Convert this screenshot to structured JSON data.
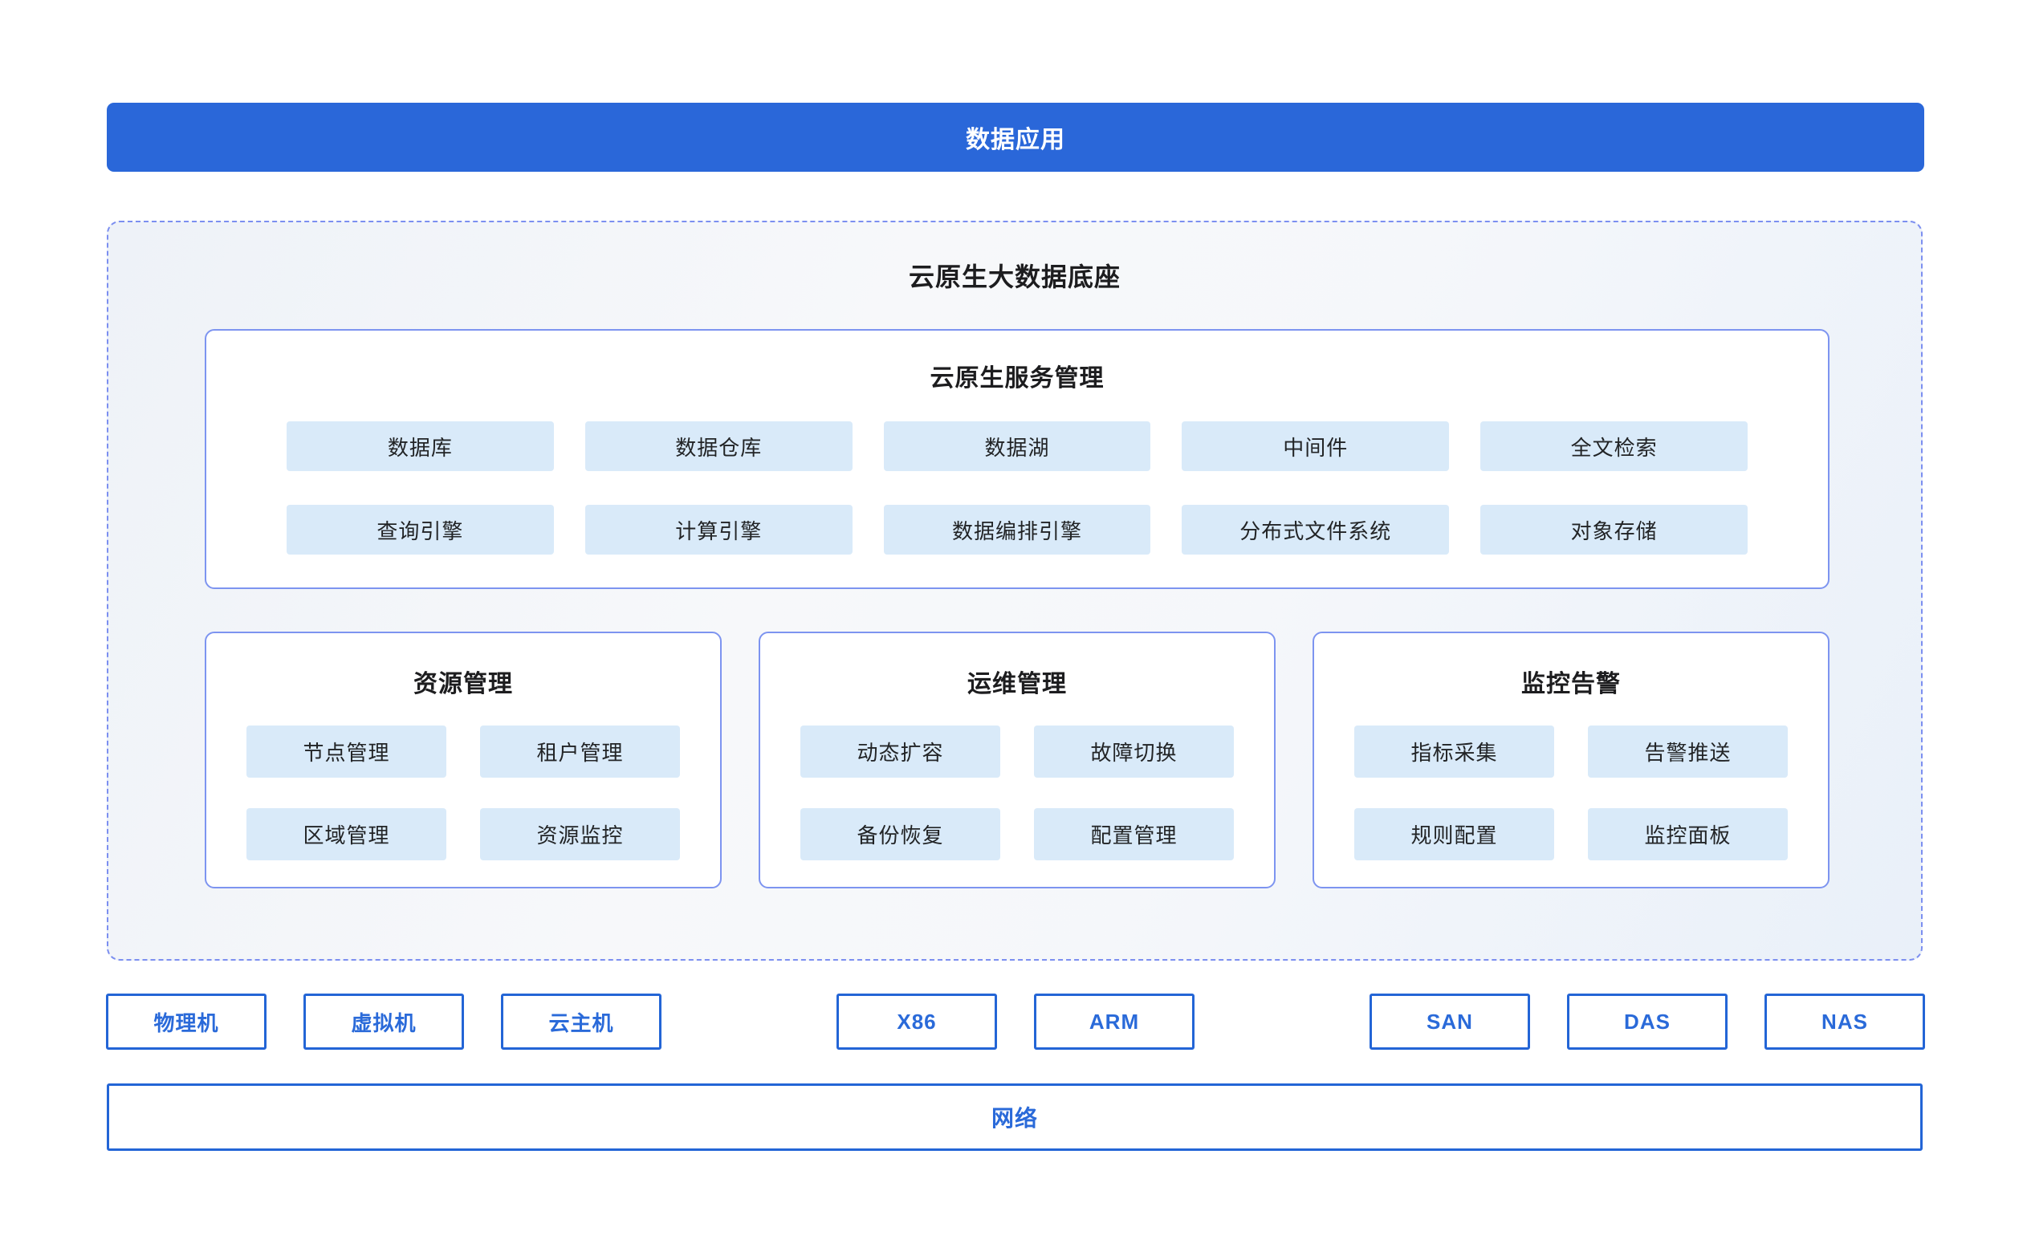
{
  "top_bar": {
    "label": "数据应用"
  },
  "platform": {
    "title": "云原生大数据底座",
    "service": {
      "title": "云原生服务管理",
      "row1": [
        "数据库",
        "数据仓库",
        "数据湖",
        "中间件",
        "全文检索"
      ],
      "row2": [
        "查询引擎",
        "计算引擎",
        "数据编排引擎",
        "分布式文件系统",
        "对象存储"
      ]
    },
    "panels": [
      {
        "title": "资源管理",
        "items": [
          "节点管理",
          "租户管理",
          "区域管理",
          "资源监控"
        ]
      },
      {
        "title": "运维管理",
        "items": [
          "动态扩容",
          "故障切换",
          "备份恢复",
          "配置管理"
        ]
      },
      {
        "title": "监控告警",
        "items": [
          "指标采集",
          "告警推送",
          "规则配置",
          "监控面板"
        ]
      }
    ]
  },
  "infrastructure": {
    "compute": [
      "物理机",
      "虚拟机",
      "云主机"
    ],
    "architecture": [
      "X86",
      "ARM"
    ],
    "storage": [
      "SAN",
      "DAS",
      "NAS"
    ]
  },
  "network": {
    "label": "网络"
  },
  "colors": {
    "primary_blue": "#2a67d9",
    "outline_blue": "#2365d6",
    "panel_border": "#7d94f0",
    "dashed_border": "#7c8ff0",
    "chip_background": "#d9eaf9",
    "text_dark": "#1d1d1f",
    "text_blue": "#2a6ad9"
  }
}
